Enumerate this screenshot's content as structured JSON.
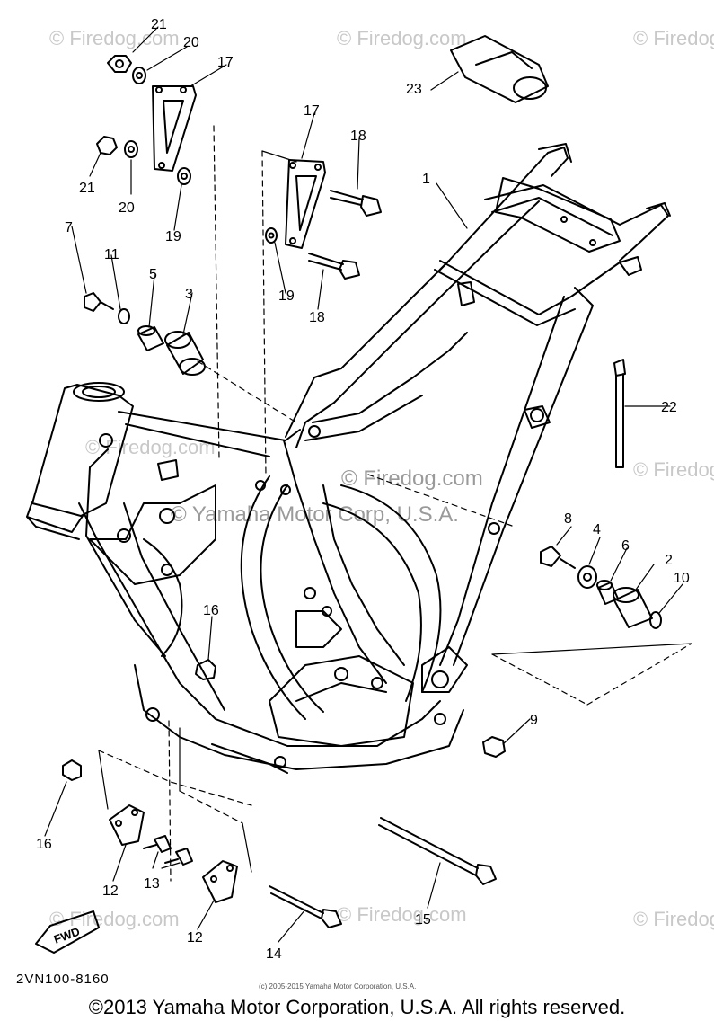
{
  "diagram": {
    "parts": [
      {
        "id": "frame",
        "label": "1"
      },
      {
        "id": "damper-2",
        "label": "2"
      },
      {
        "id": "damper-3",
        "label": "3"
      },
      {
        "id": "collar-4",
        "label": "4"
      },
      {
        "id": "collar-5",
        "label": "5"
      },
      {
        "id": "collar-6",
        "label": "6"
      },
      {
        "id": "bolt-7",
        "label": "7"
      },
      {
        "id": "bolt-8",
        "label": "8"
      },
      {
        "id": "nut-9",
        "label": "9"
      },
      {
        "id": "washer-10",
        "label": "10"
      },
      {
        "id": "washer-11",
        "label": "11"
      },
      {
        "id": "bracket-12a",
        "label": "12"
      },
      {
        "id": "bracket-12b",
        "label": "12"
      },
      {
        "id": "bolt-13",
        "label": "13"
      },
      {
        "id": "bolt-14",
        "label": "14"
      },
      {
        "id": "bolt-15",
        "label": "15"
      },
      {
        "id": "nut-16a",
        "label": "16"
      },
      {
        "id": "nut-16b",
        "label": "16"
      },
      {
        "id": "bracket-17a",
        "label": "17"
      },
      {
        "id": "bracket-17b",
        "label": "17"
      },
      {
        "id": "bolt-18a",
        "label": "18"
      },
      {
        "id": "bolt-18b",
        "label": "18"
      },
      {
        "id": "washer-19a",
        "label": "19"
      },
      {
        "id": "washer-19b",
        "label": "19"
      },
      {
        "id": "washer-20a",
        "label": "20"
      },
      {
        "id": "washer-20b",
        "label": "20"
      },
      {
        "id": "nut-21a",
        "label": "21"
      },
      {
        "id": "nut-21b",
        "label": "21"
      },
      {
        "id": "band-22",
        "label": "22"
      },
      {
        "id": "cap-23",
        "label": "23"
      }
    ],
    "drawing_code": "2VN100-8160",
    "fwd_label": "FWD",
    "small_notice": "(c) 2005-2015 Yamaha Motor Corporation, U.S.A.",
    "watermark_site": "© Firedog.com",
    "watermark_center": "© Firedog.com",
    "watermark_corp": "© Yamaha Motor Corp, U.S.A."
  },
  "footer": {
    "copyright": "©2013 Yamaha Motor Corporation, U.S.A. All rights reserved."
  },
  "colors": {
    "line": "#000000",
    "watermark": "#c8c8c8",
    "background": "#ffffff"
  }
}
